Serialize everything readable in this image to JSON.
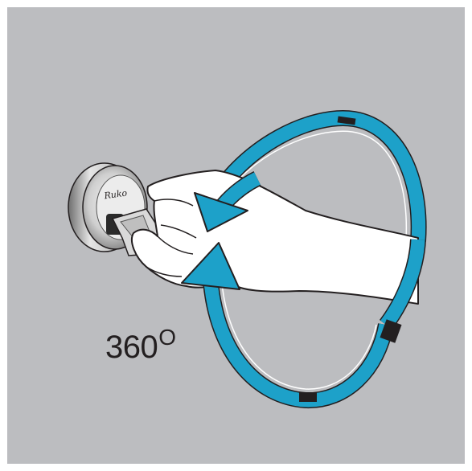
{
  "image": {
    "description_free": true
  },
  "label": {
    "angle_value": "360",
    "angle_unit": "O"
  },
  "brand": {
    "logo_text": "Ruko"
  },
  "colors": {
    "background": "#bcbdc0",
    "arrow_fill": "#1da1c9",
    "outline": "#231f20",
    "hand": "#ffffff",
    "metal_light": "#e8e8e8",
    "metal_dark": "#8a8a8a"
  }
}
